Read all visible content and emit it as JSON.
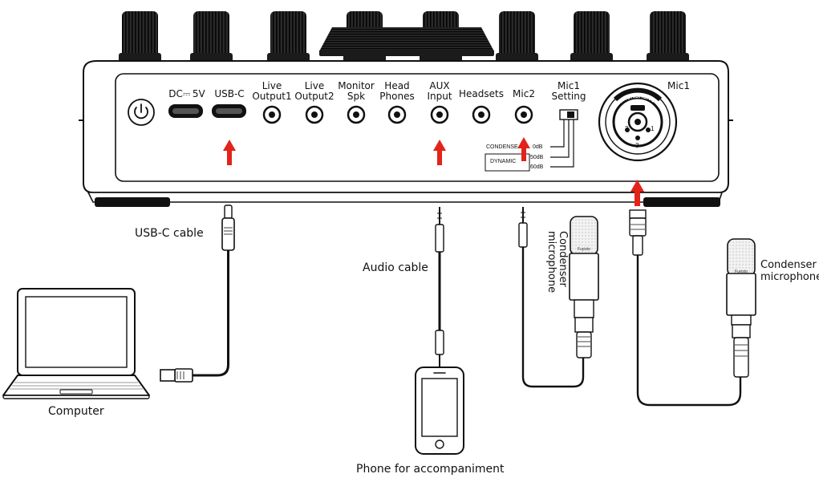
{
  "panel_labels": {
    "dc": "DC⎓ 5V",
    "usbc": "USB-C",
    "live_output1": [
      "Live",
      "Output1"
    ],
    "live_output2": [
      "Live",
      "Output2"
    ],
    "monitor_spk": [
      "Monitor",
      "Spk"
    ],
    "head_phones": [
      "Head",
      "Phones"
    ],
    "aux_input": [
      "AUX",
      "Input"
    ],
    "headsets": "Headsets",
    "mic2": "Mic2",
    "mic1_setting": [
      "Mic1",
      "Setting"
    ],
    "mic1": "Mic1"
  },
  "switch_labels": {
    "condense": "CONDENSE",
    "dynamic": "DYNAMIC",
    "db0": "0dB",
    "db50": "50dB",
    "db60": "60dB"
  },
  "xlr_pins": [
    "1",
    "2",
    "3"
  ],
  "brand_text": "CHUNSHENG",
  "mic_brand": "Fuyisto",
  "captions": {
    "usbc_cable": "USB-C cable",
    "computer": "Computer",
    "audio_cable": "Audio cable",
    "phone": "Phone for accompaniment",
    "condenser_vertical": "Condenser microphone",
    "condenser_right": [
      "Condenser",
      "microphone"
    ]
  },
  "colors": {
    "arrow": "#e2231a",
    "device_body": "#ffffff",
    "knob": "#111111",
    "line": "#111111"
  }
}
